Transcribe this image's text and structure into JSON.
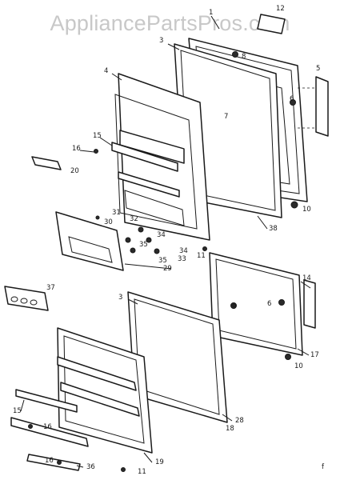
{
  "watermark": "AppliancePartsPros.com",
  "callouts": {
    "c1": "1",
    "c12": "12",
    "c3a": "3",
    "c8": "8",
    "c5": "5",
    "c4": "4",
    "c6": "6",
    "c7": "7",
    "c15a": "15",
    "c16a": "16",
    "c20": "20",
    "c10a": "10",
    "c31": "31",
    "c30": "30",
    "c32": "32",
    "c35a": "35",
    "c34a": "34",
    "c34b": "34",
    "c35b": "35",
    "c33": "33",
    "c11a": "11",
    "c38": "38",
    "c29": "29",
    "c37": "37",
    "c14": "14",
    "c9": "9",
    "c6b": "6",
    "c3b": "3",
    "c17": "17",
    "c10b": "10",
    "c28": "28",
    "c18": "18",
    "c15b": "15",
    "c16b": "16",
    "c16c": "16",
    "c36": "36",
    "c19": "19",
    "c11b": "11",
    "pageno": "f"
  }
}
